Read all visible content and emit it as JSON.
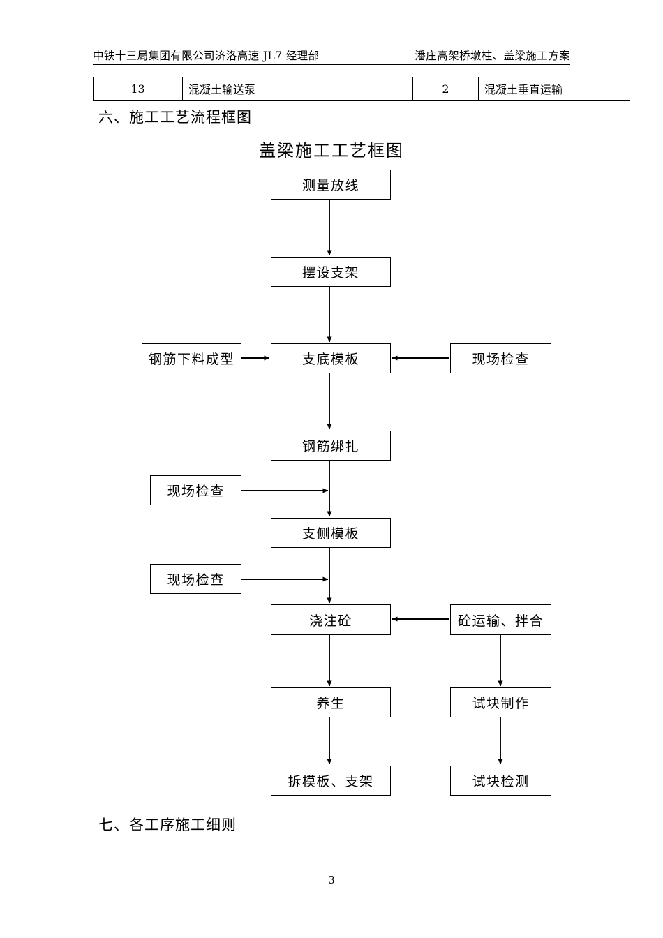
{
  "header": {
    "left": "中铁十三局集团有限公司济洛高速 JL7 经理部",
    "right": "潘庄高架桥墩柱、盖梁施工方案"
  },
  "equipment_table": {
    "rows": [
      {
        "no": "13",
        "name": "混凝土输送泵",
        "spec": "",
        "qty": "2",
        "usage": "混凝土垂直运输"
      }
    ]
  },
  "headings": {
    "six": "六、施工工艺流程框图",
    "seven": "七、各工序施工细则"
  },
  "diagram": {
    "title": "盖梁施工工艺框图",
    "nodes": [
      {
        "id": "n1",
        "label": "测量放线"
      },
      {
        "id": "n2",
        "label": "摆设支架"
      },
      {
        "id": "n3",
        "label": "钢筋下料成型"
      },
      {
        "id": "n4",
        "label": "支底模板"
      },
      {
        "id": "n5",
        "label": "现场检查"
      },
      {
        "id": "n6",
        "label": "钢筋绑扎"
      },
      {
        "id": "n7",
        "label": "现场检查"
      },
      {
        "id": "n8",
        "label": "支侧模板"
      },
      {
        "id": "n9",
        "label": "现场检查"
      },
      {
        "id": "n10",
        "label": "浇注砼"
      },
      {
        "id": "n11",
        "label": "砼运输、拌合"
      },
      {
        "id": "n12",
        "label": "养生"
      },
      {
        "id": "n13",
        "label": "试块制作"
      },
      {
        "id": "n14",
        "label": "拆模板、支架"
      },
      {
        "id": "n15",
        "label": "试块检测"
      }
    ]
  },
  "footer": {
    "page_number": "3"
  },
  "colors": {
    "ink": "#000000",
    "paper": "#ffffff"
  }
}
